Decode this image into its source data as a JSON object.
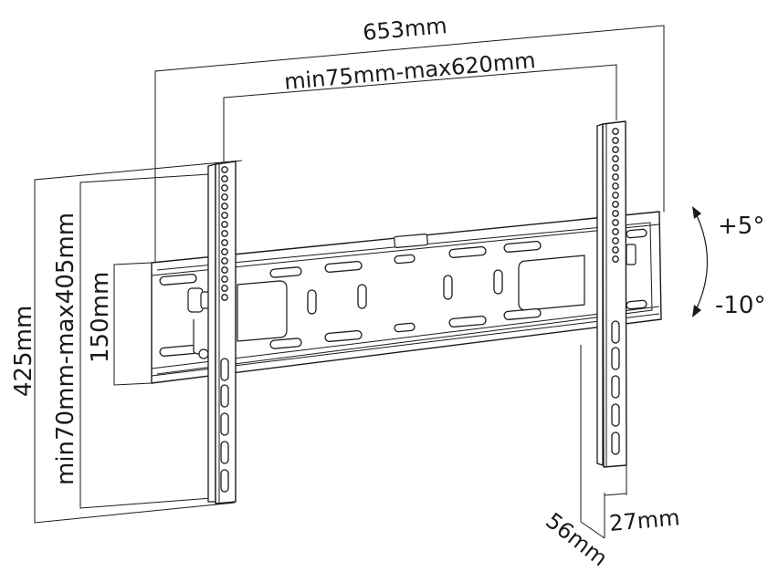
{
  "diagram": {
    "subject": "Tilting TV wall mount bracket",
    "colors": {
      "stroke": "#1a1a1a",
      "background": "#ffffff"
    },
    "dimensions": {
      "overall_width": "653mm",
      "vesa_horizontal_range": "min75mm-max620mm",
      "overall_height": "425mm",
      "vesa_vertical_range": "min70mm-max405mm",
      "wall_plate_height": "150mm",
      "depth_max": "56mm",
      "depth_min": "27mm"
    },
    "tilt": {
      "up": "+5°",
      "down": "-10°"
    }
  }
}
